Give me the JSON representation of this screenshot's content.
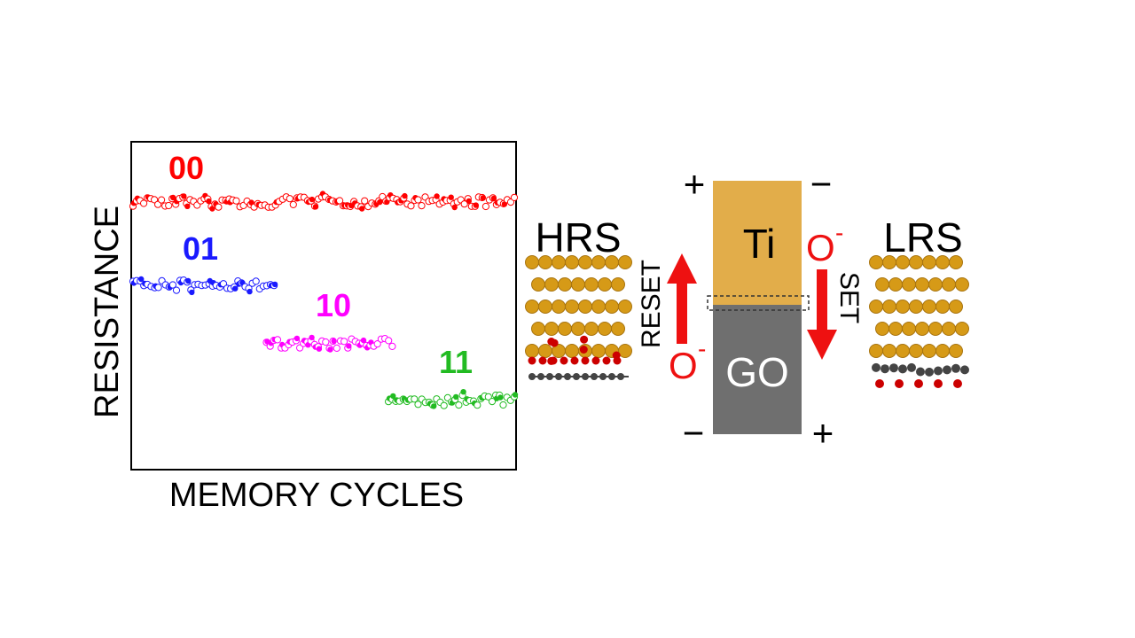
{
  "figure": {
    "y_axis_label": "RESISTANCE",
    "x_axis_label": "MEMORY CYCLES",
    "hrs_label": "HRS",
    "lrs_label": "LRS",
    "reset_label": "RESET",
    "set_label": "SET",
    "ti_label": "Ti",
    "go_label": "GO",
    "ion_left": "O",
    "ion_right": "O",
    "ion_charge": "-",
    "polarity": {
      "top_left": "+",
      "top_right": "−",
      "bottom_left": "−",
      "bottom_right": "+"
    },
    "colors": {
      "ti": "#e2ad4a",
      "go": "#6f6f6f",
      "arrow": "#ee1111",
      "atom_ti": "#d69a17",
      "atom_o": "#cc0000",
      "atom_c": "#444444"
    }
  },
  "chart_data": {
    "type": "scatter",
    "xlabel": "MEMORY CYCLES",
    "ylabel": "RESISTANCE",
    "series": [
      {
        "name": "00",
        "color": "#ff0000",
        "level": 4,
        "x_range": [
          0,
          1
        ]
      },
      {
        "name": "01",
        "color": "#1a1aff",
        "level": 3,
        "x_range": [
          0,
          0.37
        ]
      },
      {
        "name": "10",
        "color": "#ff00ff",
        "level": 2,
        "x_range": [
          0.35,
          0.68
        ]
      },
      {
        "name": "11",
        "color": "#22bb22",
        "level": 1,
        "x_range": [
          0.67,
          1
        ]
      }
    ]
  }
}
